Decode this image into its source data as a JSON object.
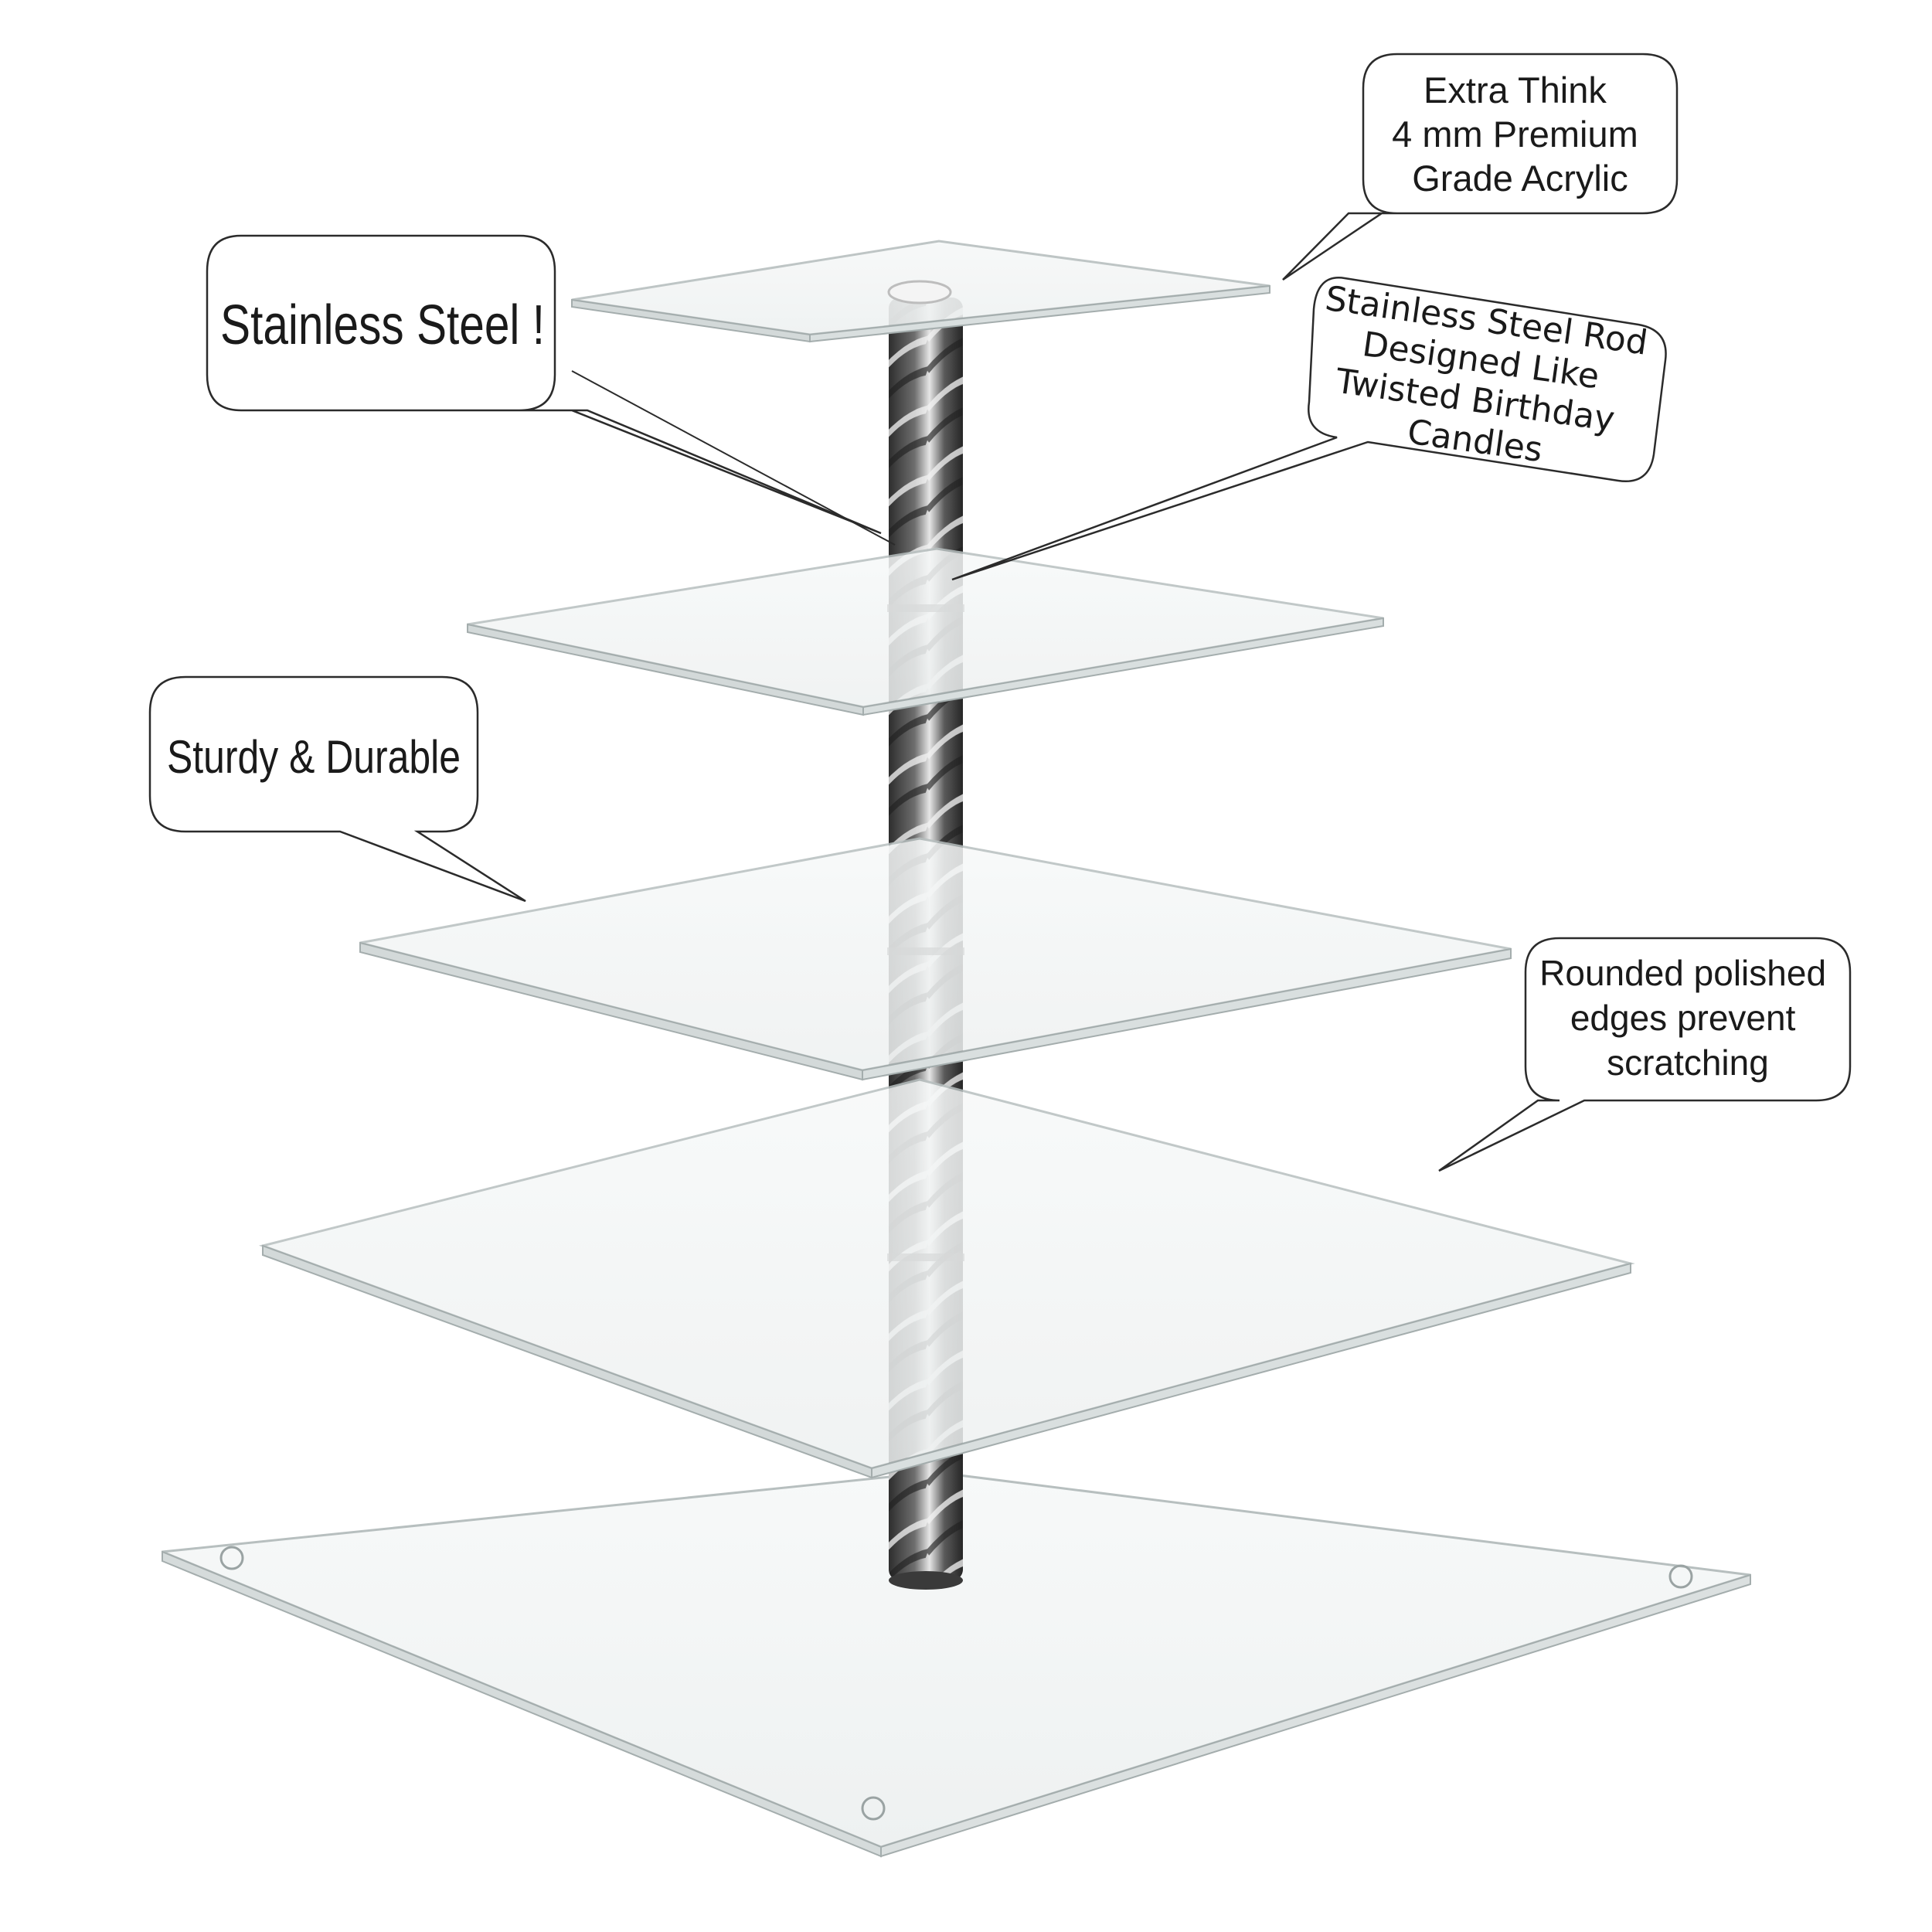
{
  "image": {
    "subject": "five-tier square acrylic cupcake stand with twisted stainless steel rod",
    "background_color": "#ffffff",
    "acrylic_edge_color": "#9aa3a3",
    "rod_color": "#5a5a5a"
  },
  "callouts": {
    "extra_think": {
      "lines": [
        "Extra Think",
        "4 mm Premium",
        "Grade Acrylic"
      ]
    },
    "stainless_steel": {
      "lines": [
        "Stainless Steel !"
      ]
    },
    "rod": {
      "lines": [
        "Stainless Steel Rod",
        "Designed Like",
        "Twisted Birthday",
        "Candles"
      ]
    },
    "sturdy": {
      "lines": [
        "Sturdy & Durable"
      ]
    },
    "rounded": {
      "lines": [
        "Rounded polished",
        "edges prevent",
        "scratching"
      ]
    }
  }
}
